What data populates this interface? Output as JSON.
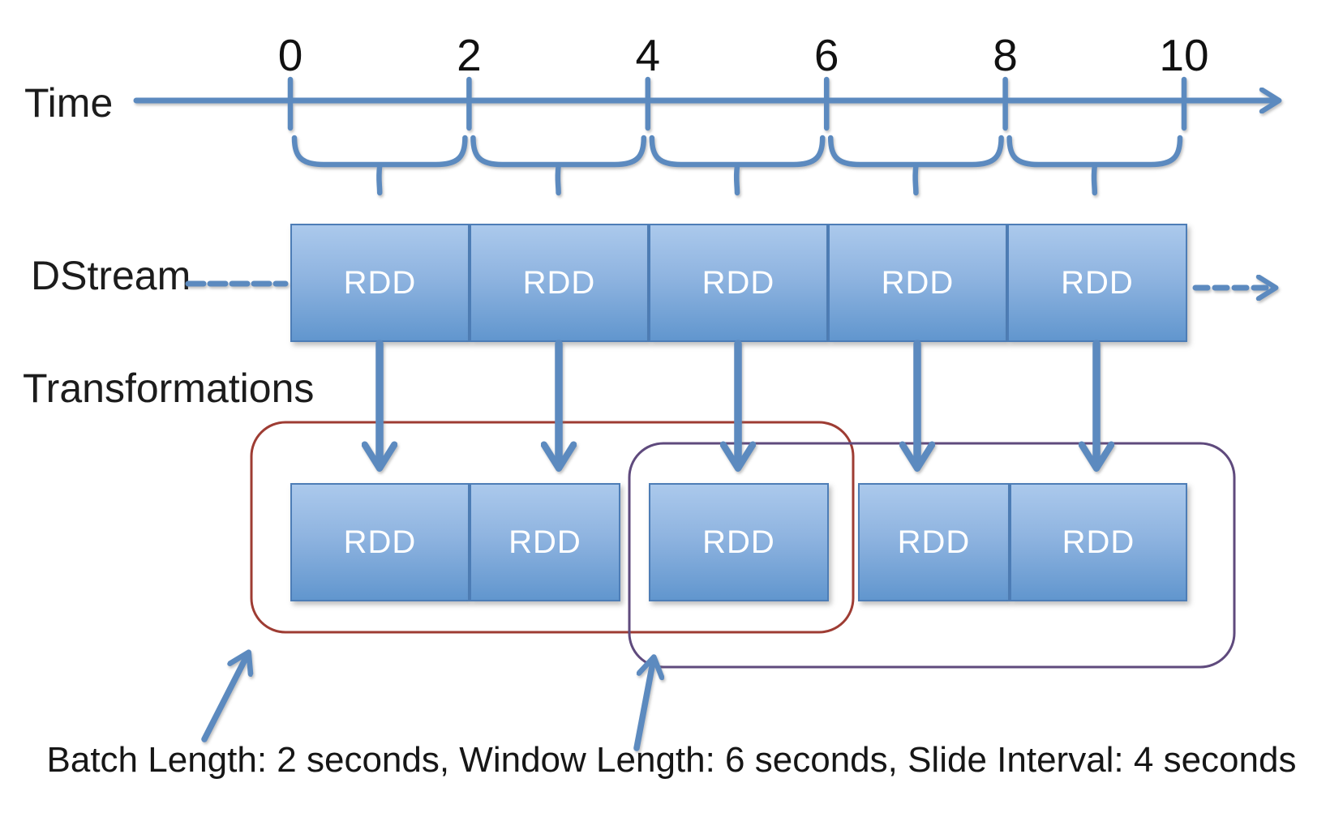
{
  "diagram": {
    "time_axis": {
      "label": "Time",
      "tick_labels": [
        "0",
        "2",
        "4",
        "6",
        "8",
        "10"
      ]
    },
    "dstream": {
      "label": "DStream",
      "blocks": [
        "RDD",
        "RDD",
        "RDD",
        "RDD",
        "RDD"
      ]
    },
    "transformations": {
      "label": "Transformations",
      "blocks": [
        "RDD",
        "RDD",
        "RDD",
        "RDD",
        "RDD"
      ]
    },
    "windows": {
      "window_rect_color": "#9e3c33",
      "slide_rect_color": "#5f4a7d"
    },
    "caption": "Batch Length: 2 seconds, Window Length: 6 seconds, Slide Interval: 4 seconds",
    "colors": {
      "accent_blue": "#5b8abf",
      "block_border": "#4d7db6",
      "block_gradient_top": "#abc9ec",
      "block_gradient_bottom": "#6196ce",
      "text": "#1c1c1c",
      "rdd_text": "#ffffff"
    }
  }
}
